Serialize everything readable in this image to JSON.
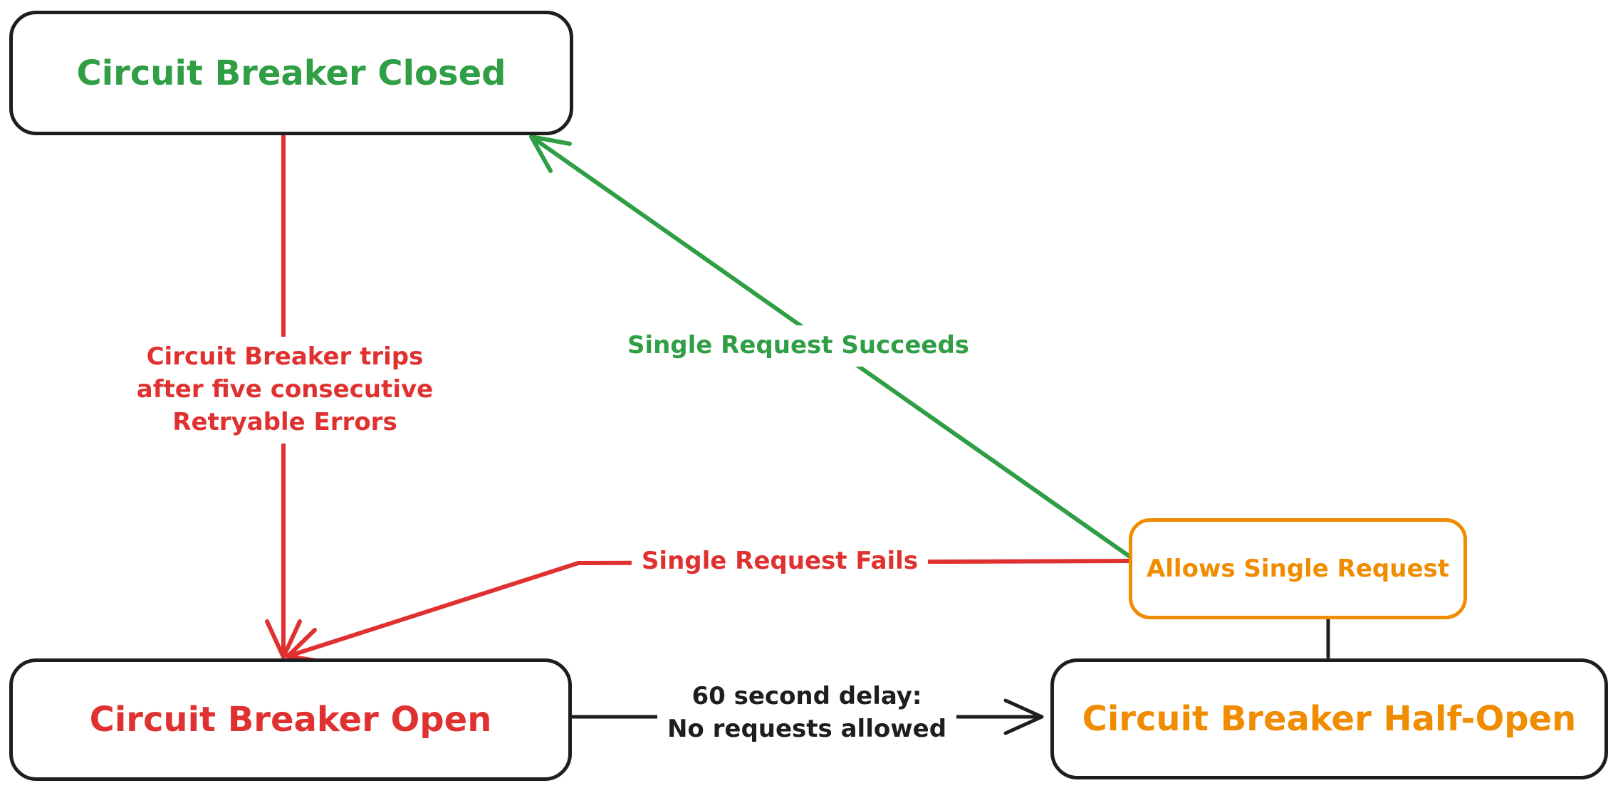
{
  "diagram": {
    "background": "#ffffff",
    "box_border_color": "#1e1e1e",
    "nodes": {
      "closed": {
        "label": "Circuit Breaker Closed",
        "color": "#2f9e44"
      },
      "open": {
        "label": "Circuit Breaker Open",
        "color": "#e03131"
      },
      "half_open": {
        "label": "Circuit Breaker Half-Open",
        "color": "#f08c00"
      },
      "allows": {
        "label": "Allows Single Request",
        "color": "#f08c00"
      }
    },
    "edges": {
      "trip": {
        "from": "closed",
        "to": "open",
        "color": "#e03131",
        "label_lines": [
          "Circuit Breaker trips",
          "after five consecutive",
          "Retryable Errors"
        ]
      },
      "succeeds": {
        "from": "allows",
        "to": "closed",
        "color": "#2f9e44",
        "label": "Single Request Succeeds"
      },
      "fails": {
        "from": "allows",
        "to": "open",
        "color": "#e03131",
        "label": "Single Request Fails"
      },
      "delay": {
        "from": "open",
        "to": "half_open",
        "color": "#1e1e1e",
        "label_lines": [
          "60 second delay:",
          "No requests allowed"
        ]
      },
      "half_open_to_allows": {
        "from": "half_open",
        "to": "allows",
        "color": "#1e1e1e"
      }
    }
  }
}
